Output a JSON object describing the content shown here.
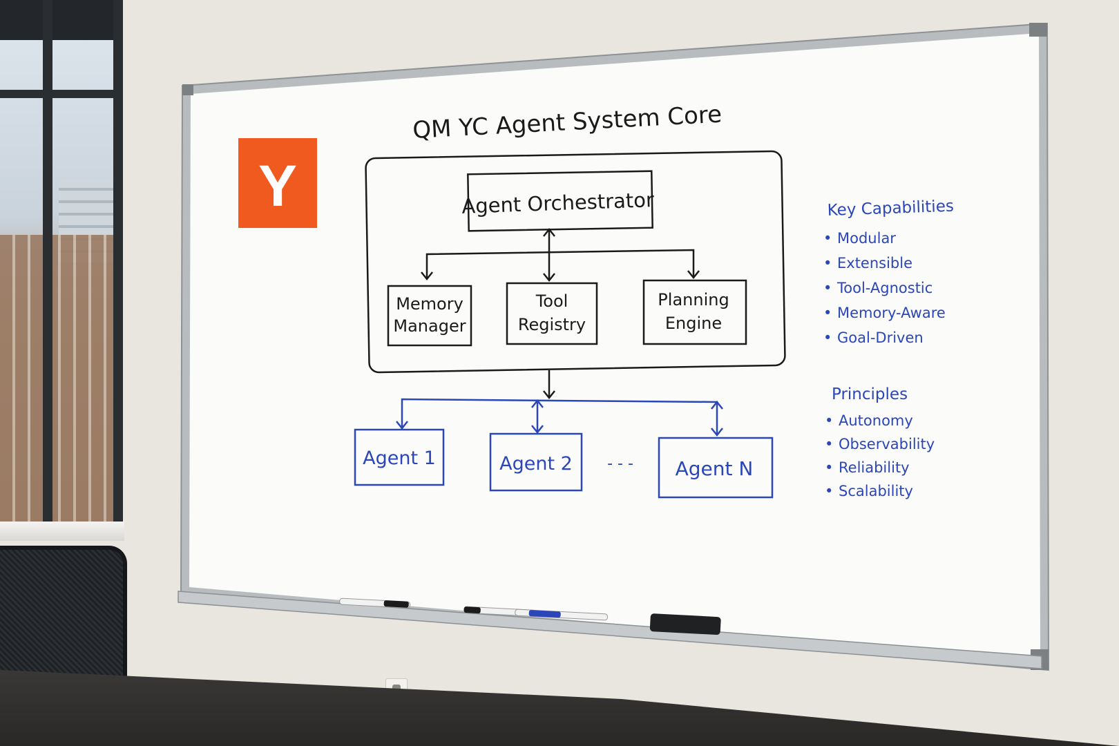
{
  "board": {
    "title": "QM YC Agent System Core",
    "logo_letter": "Y",
    "colors": {
      "logo": "#f05a1e",
      "black_ink": "#1a1a1a",
      "blue_ink": "#2a46b8"
    }
  },
  "core": {
    "orchestrator": "Agent Orchestrator",
    "modules": [
      {
        "line1": "Memory",
        "line2": "Manager"
      },
      {
        "line1": "Tool",
        "line2": "Registry"
      },
      {
        "line1": "Planning",
        "line2": "Engine"
      }
    ]
  },
  "agents": {
    "items": [
      "Agent 1",
      "Agent 2",
      "Agent N"
    ],
    "ellipsis": "- - -"
  },
  "capabilities": {
    "heading": "Key Capabilities",
    "items": [
      "Modular",
      "Extensible",
      "Tool-Agnostic",
      "Memory-Aware",
      "Goal-Driven"
    ]
  },
  "principles": {
    "heading": "Principles",
    "items": [
      "Autonomy",
      "Observability",
      "Reliability",
      "Scalability"
    ]
  }
}
